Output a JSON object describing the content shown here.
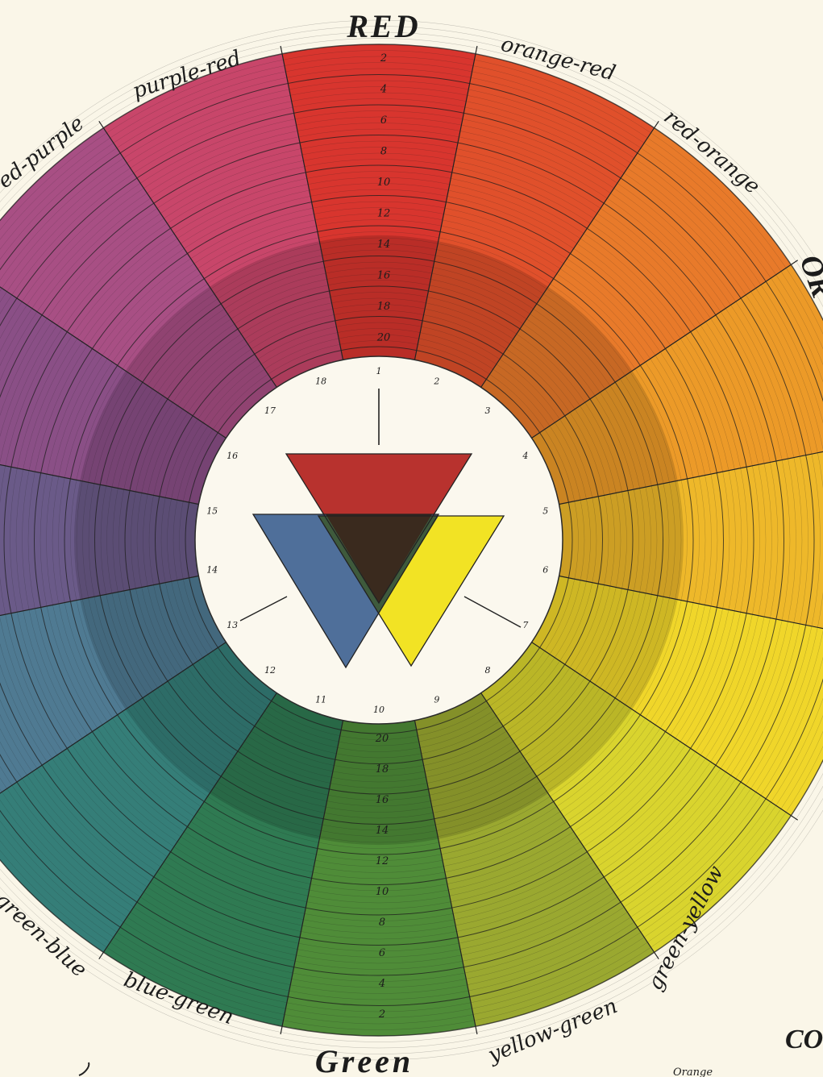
{
  "wheel": {
    "title_top": "RED",
    "title_bottom": "Green",
    "title_right_partial": "OR",
    "side_label_bottom_right": "CO",
    "small_label_bottom": "Orange",
    "segment_labels": [
      "orange-red",
      "red-orange",
      "green-yellow",
      "yellow-green",
      "blue-green",
      "green-blue",
      "red-purple",
      "purple-red"
    ],
    "ring_numbers_top": [
      "2",
      "4",
      "6",
      "8",
      "10",
      "12",
      "14",
      "16",
      "18",
      "20"
    ],
    "ring_numbers_bottom": [
      "20",
      "18",
      "16",
      "14",
      "12",
      "10",
      "8",
      "6",
      "4",
      "2"
    ],
    "hub_numbers": [
      "1",
      "2",
      "3",
      "4",
      "5",
      "6",
      "7",
      "8",
      "9",
      "10",
      "11",
      "12",
      "13",
      "14",
      "15",
      "16",
      "17",
      "18"
    ]
  },
  "colors": {
    "paper": "#faf6e8",
    "ink": "#1c1c1c",
    "primary_red": "#b8322e",
    "primary_blue": "#4f6f9a",
    "primary_yellow": "#f2e324",
    "overlap": "#3a2a1e",
    "hues": [
      "#d8352e",
      "#e0502b",
      "#e87a2a",
      "#ec9a28",
      "#eeb82a",
      "#f0d62a",
      "#d9d42e",
      "#9aa830",
      "#4f8c38",
      "#2f7a52",
      "#357e78",
      "#4f7a92",
      "#6a5a88",
      "#8a4f86",
      "#a84f84",
      "#c8466a"
    ]
  }
}
